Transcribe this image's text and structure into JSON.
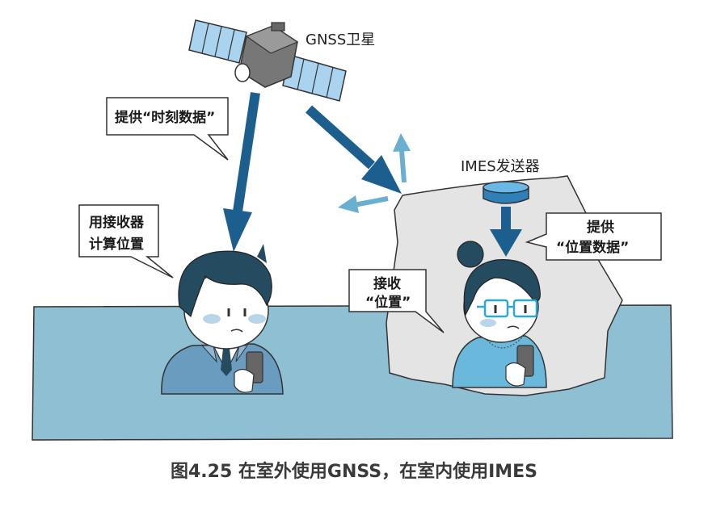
{
  "labels": {
    "satellite": "GNSS卫星",
    "transmitter": "IMES发送器"
  },
  "bubbles": {
    "time_data": "提供“时刻数据”",
    "compute_line1": "用接收器",
    "compute_line2": "计算位置",
    "receive_line1": "接收",
    "receive_line2": "“位置”",
    "provide_line1": "提供",
    "provide_line2": "“位置数据”"
  },
  "caption": "图4.25 在室外使用GNSS，在室内使用IMES",
  "colors": {
    "outdoor_ground": "#8fbfd3",
    "indoor_area": "#e4e4e4",
    "arrow_dark": "#1c5f8e",
    "arrow_light": "#6aaed0",
    "shirt_man": "#6a9cc0",
    "shirt_woman": "#6ab8dc",
    "hair": "#254b60"
  }
}
